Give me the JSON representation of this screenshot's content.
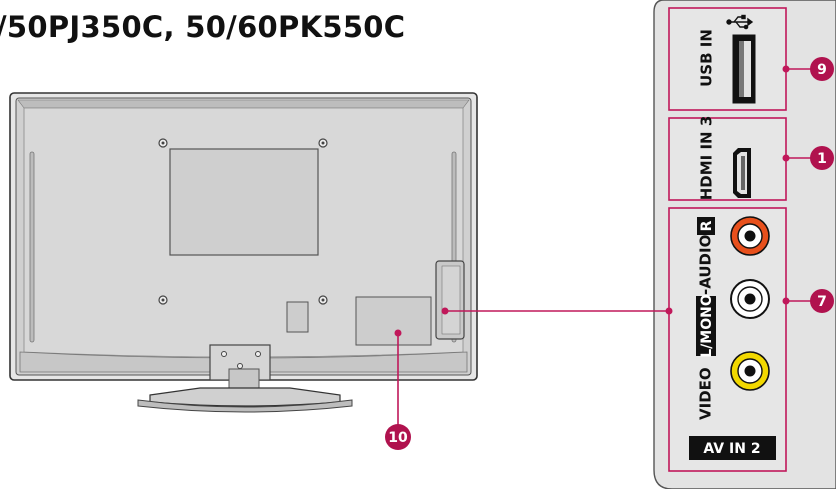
{
  "heading": "/50PJ350C, 50/60PK550C",
  "panel": {
    "usb_label": "USB IN",
    "hdmi_label": "HDMI IN 3",
    "video_label": "VIDEO",
    "mono_label": "L/MONO",
    "audio_label": "-AUDIO-",
    "r_label": "R",
    "av_label": "AV IN 2"
  },
  "callouts": {
    "usb": "9",
    "hdmi": "1",
    "av": "7",
    "power": "10"
  },
  "colors": {
    "callout_fill": "#b0124e",
    "rca_audio_right": "#e8501c",
    "rca_video": "#f2d800",
    "rca_audio_left": "#ffffff",
    "callout_line": "#c0185a"
  },
  "icons": {
    "usb": "usb-icon"
  }
}
